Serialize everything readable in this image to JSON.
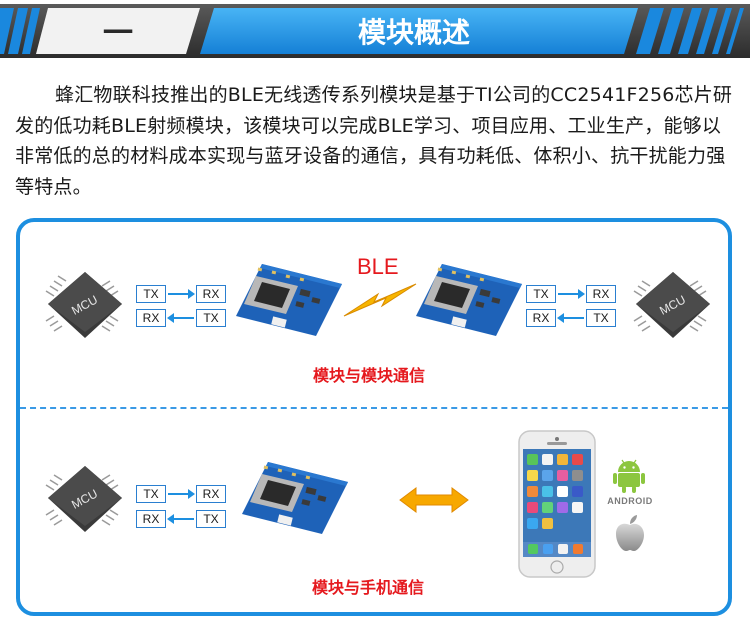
{
  "header": {
    "number": "一",
    "title": "模块概述"
  },
  "intro_text": "蜂汇物联科技推出的BLE无线透传系列模块是基于TI公司的CC2541F256芯片研发的低功耗BLE射频模块，该模块可以完成BLE学习、项目应用、工业生产，能够以非常低的总的材料成本实现与蓝牙设备的通信，具有功耗低、体积小、抗干扰能力强等特点。",
  "diagram1": {
    "left_mcu": "MCU",
    "right_mcu": "MCU",
    "left_tx_top": "TX",
    "left_rx_top": "RX",
    "left_rx_bottom": "RX",
    "left_tx_bottom": "TX",
    "right_tx_top": "TX",
    "right_rx_top": "RX",
    "right_rx_bottom": "RX",
    "right_tx_bottom": "TX",
    "link_label": "BLE",
    "caption": "模块与模块通信"
  },
  "diagram2": {
    "mcu": "MCU",
    "tx_top": "TX",
    "rx_top": "RX",
    "rx_bottom": "RX",
    "tx_bottom": "TX",
    "android_label": "ANDROID",
    "caption": "模块与手机通信"
  },
  "colors": {
    "accent_blue": "#1d8fe0",
    "caption_red": "#e5191e",
    "banner_dark": "#3c3c3c",
    "lightning": "#f7b500"
  }
}
